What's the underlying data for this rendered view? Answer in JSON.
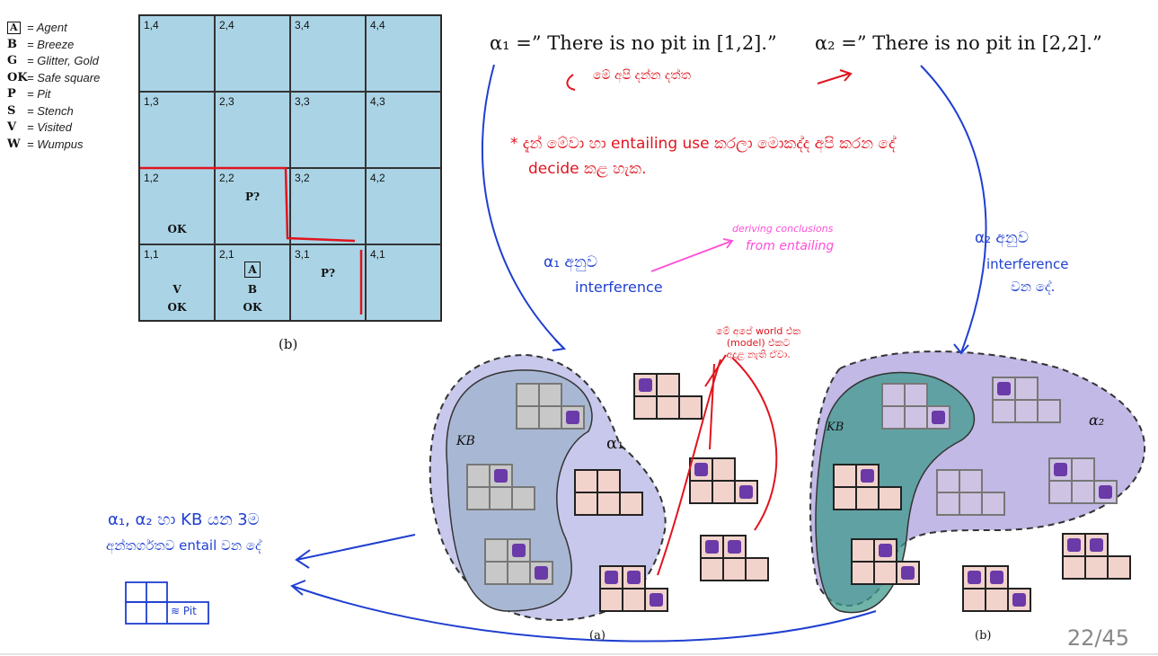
{
  "legend": [
    {
      "key": "A",
      "boxed": true,
      "label": "= Agent"
    },
    {
      "key": "B",
      "label": "= Breeze"
    },
    {
      "key": "G",
      "label": "= Glitter, Gold"
    },
    {
      "key": "OK",
      "label": "= Safe square"
    },
    {
      "key": "P",
      "label": "= Pit"
    },
    {
      "key": "S",
      "label": "= Stench"
    },
    {
      "key": "V",
      "label": "= Visited"
    },
    {
      "key": "W",
      "label": "= Wumpus"
    }
  ],
  "grid": {
    "caption": "(b)",
    "cells": [
      {
        "coord": "1,4"
      },
      {
        "coord": "2,4"
      },
      {
        "coord": "3,4"
      },
      {
        "coord": "4,4"
      },
      {
        "coord": "1,3"
      },
      {
        "coord": "2,3"
      },
      {
        "coord": "3,3"
      },
      {
        "coord": "4,3"
      },
      {
        "coord": "1,2",
        "l2": "OK"
      },
      {
        "coord": "2,2",
        "l1": "P?"
      },
      {
        "coord": "3,2"
      },
      {
        "coord": "4,2"
      },
      {
        "coord": "1,1",
        "l2": "V",
        "l3": "OK"
      },
      {
        "coord": "2,1",
        "agent": "A",
        "l2": "B",
        "l3": "OK"
      },
      {
        "coord": "3,1",
        "l1": "P?"
      },
      {
        "coord": "4,1"
      }
    ]
  },
  "header": {
    "alpha1": "α₁ =” There is no pit in [1,2].”",
    "alpha2": "α₂ =” There is no pit in [2,2].”"
  },
  "notes": {
    "under_alpha1": "මේ අපි දන්න දත්ත",
    "star_line1": "* දැන් මේවා හා entailing use කරලා මොකද්ද අපි කරන දේ",
    "star_line2": "decide කළ හැක.",
    "deriving1": "deriving conclusions",
    "deriving2": "from entailing",
    "alpha1_inf_a": "α₁ අනුව",
    "alpha1_inf_b": "interference",
    "alpha2_inf_a": "α₂ අනුව",
    "alpha2_inf_b": "interference",
    "alpha2_inf_c": "වන දේ.",
    "world1": "මේ අපේ world එක",
    "world2": "(model) එකට",
    "world3": "අදාළ නැති ඒවා.",
    "left1": "α₁, α₂ හා KB යන 3ම",
    "left2": "අන්තර්ගතව entail වන දේ",
    "box_text": "≋ Pit"
  },
  "venn": {
    "left_kb": "KB",
    "left_alpha": "α₁",
    "left_caption": "(a)",
    "right_kb": "KB",
    "right_alpha": "α₂",
    "right_caption": "(b)"
  },
  "page_number": "22/45",
  "colors": {
    "red": "#e0141e",
    "blue": "#1f3fd0",
    "pink": "#ff4fd8",
    "grid": "#aad4e6"
  }
}
